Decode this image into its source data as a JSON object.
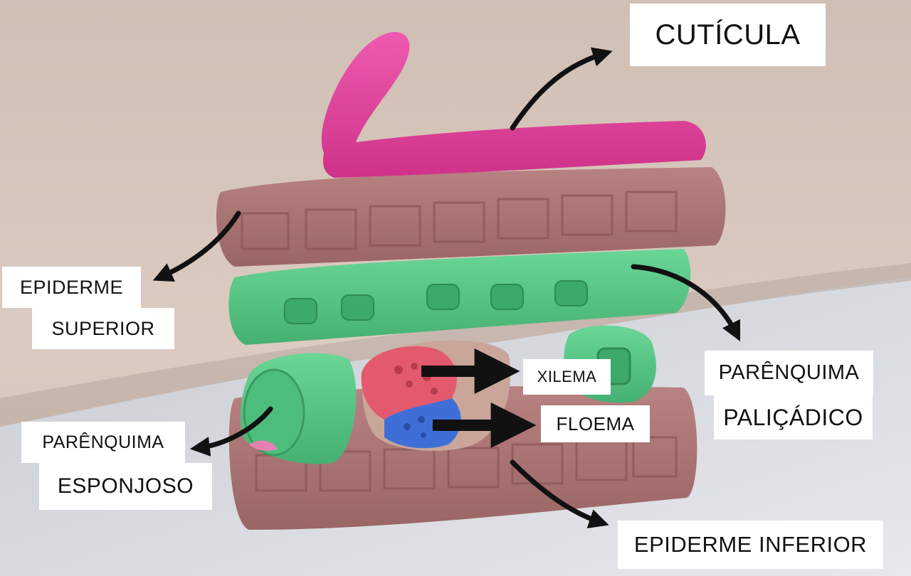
{
  "labels": {
    "cuticula": "CUTÍCULA",
    "epiderme_superior_1": "EPIDERME",
    "epiderme_superior_2": "SUPERIOR",
    "parenquima_palicadico_1": "PARÊNQUIMA",
    "parenquima_palicadico_2": "PALIÇÁDICO",
    "xilema": "XILEMA",
    "floema": "FLOEMA",
    "parenquima_esponjoso_1": "PARÊNQUIMA",
    "parenquima_esponjoso_2": "ESPONJOSO",
    "epiderme_inferior": "EPIDERME INFERIOR"
  },
  "colors": {
    "skin": "#d9c8bd",
    "table": "#dfe2e7",
    "cuticle_pink": "#e0449a",
    "epidermis_brown": "#b07878",
    "palisade_green": "#5cc98a",
    "xylem_red": "#e35a6e",
    "phloem_blue": "#3f6fd6",
    "arrow_black": "#111111",
    "label_bg": "#ffffff"
  }
}
